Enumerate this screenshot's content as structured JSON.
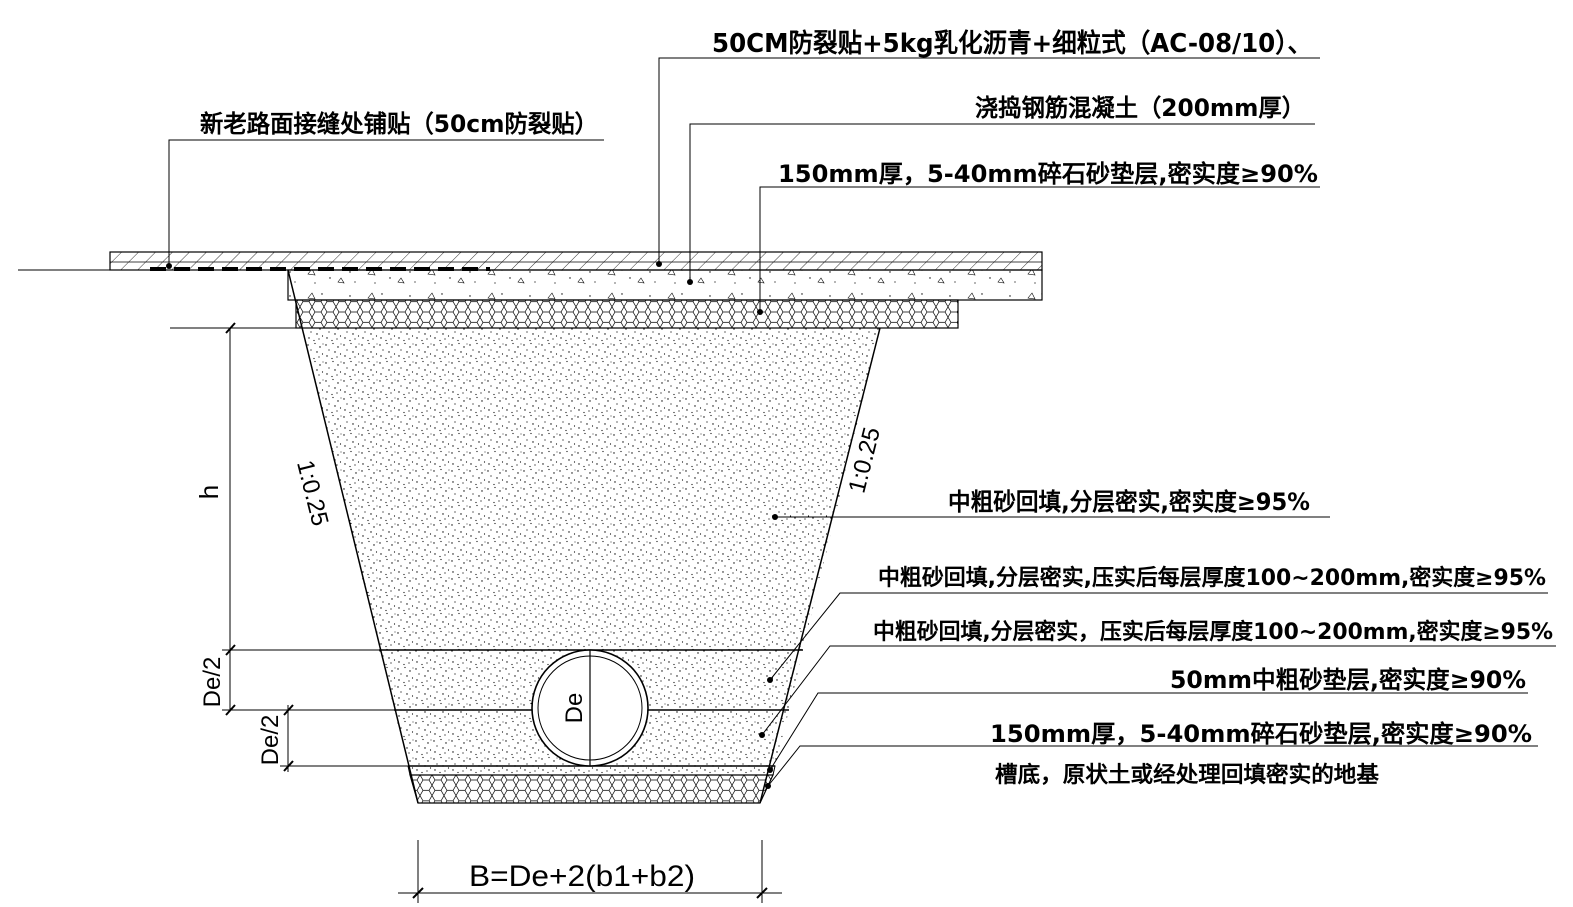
{
  "labels": {
    "top_surface": "50CM防裂贴+5kg乳化沥青+细粒式（AC-08/10）、",
    "joint": "新老路面接缝处铺贴（50cm防裂贴）",
    "concrete": "浇捣钢筋混凝土（200mm厚）",
    "base_gravel": "150mm厚，5-40mm碎石砂垫层,密实度≥90%",
    "backfill_main": "中粗砂回填,分层密实,密实度≥95%",
    "backfill_layer1": "中粗砂回填,分层密实,压实后每层厚度100~200mm,密实度≥95%",
    "backfill_layer2": "中粗砂回填,分层密实，压实后每层厚度100~200mm,密实度≥95%",
    "sand_cushion": "50mm中粗砂垫层,密实度≥90%",
    "bottom_gravel": "150mm厚，5-40mm碎石砂垫层,密实度≥90%",
    "trench_bottom": "槽底，原状土或经处理回填密实的地基"
  },
  "dimensions": {
    "h": "h",
    "de_half_1": "De/2",
    "de_half_2": "De/2",
    "slope_left": "1:0.25",
    "slope_right": "1:0.25",
    "pipe_de": "De",
    "width": "B=De+2(b1+b2)"
  },
  "colors": {
    "line": "#000000",
    "background": "#ffffff"
  }
}
